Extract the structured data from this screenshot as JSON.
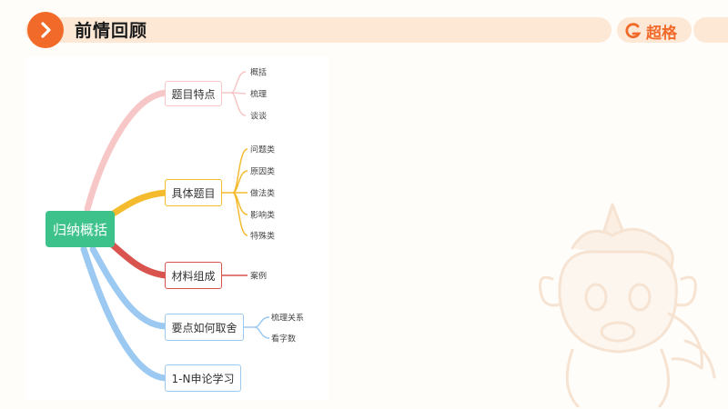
{
  "header": {
    "title": "前情回顾",
    "brand": "超格",
    "accent_color": "#f16a2a",
    "band_color": "#fde8d6"
  },
  "mindmap": {
    "root": "归纳概括",
    "branches": [
      {
        "label": "题目特点",
        "color": "#f7c6c7",
        "leaves": [
          "概括",
          "梳理",
          "谈谈"
        ]
      },
      {
        "label": "具体题目",
        "color": "#f4bb2f",
        "leaves": [
          "问题类",
          "原因类",
          "做法类",
          "影响类",
          "特殊类"
        ]
      },
      {
        "label": "材料组成",
        "color": "#d9534f",
        "leaves": [
          "案例"
        ]
      },
      {
        "label": "要点如何取舍",
        "color": "#9cc9f2",
        "leaves": [
          "梳理关系",
          "看字数"
        ]
      },
      {
        "label": "1-N申论学习",
        "color": "#9cc9f2",
        "leaves": []
      }
    ]
  }
}
